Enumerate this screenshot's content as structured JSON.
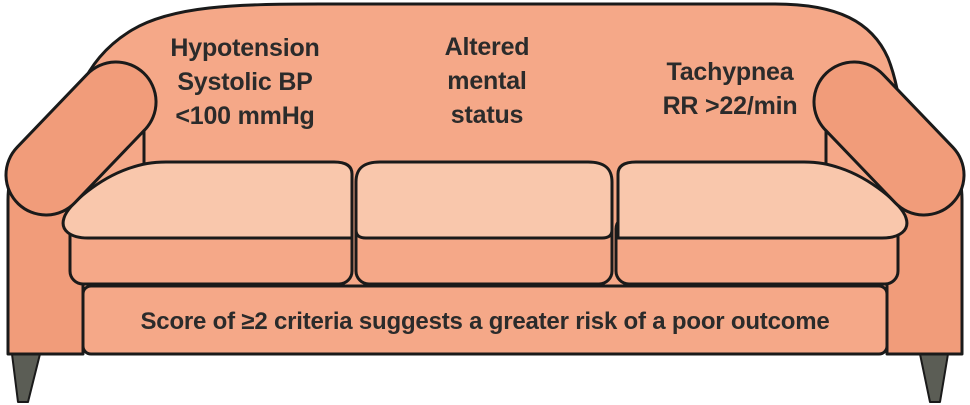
{
  "figure": {
    "criteria": [
      {
        "name": "hypotension",
        "lines": [
          "Hypotension",
          "Systolic BP",
          "<100 mmHg"
        ]
      },
      {
        "name": "altered-mental-status",
        "lines": [
          "Altered",
          "mental",
          "status"
        ]
      },
      {
        "name": "tachypnea",
        "lines": [
          "Tachypnea",
          "RR >22/min"
        ]
      }
    ],
    "caption": "Score of ≥2 criteria suggests a greater risk of a poor outcome"
  },
  "colors": {
    "background": "#FFFFFF",
    "body": "#F5A888",
    "arm": "#F19C7A",
    "cushion-top": "#F9C7AC",
    "outline": "#1A1A1A",
    "leg": "#5B5D55",
    "text": "#2B2B2B"
  }
}
